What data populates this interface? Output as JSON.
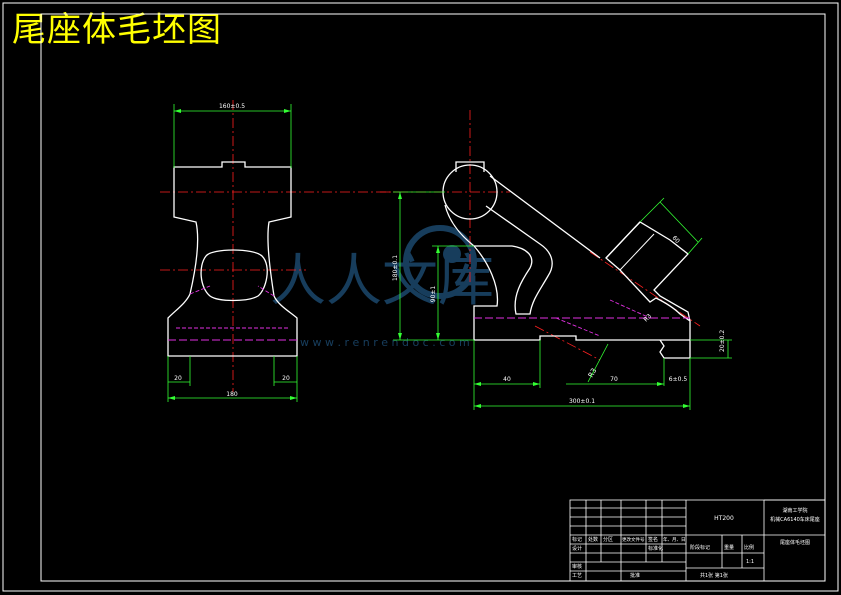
{
  "title": "尾座体毛坯图",
  "drawing": {
    "left_view": {
      "dim_top": "160±0.5",
      "dim_bottom_left": "20",
      "dim_bottom_right": "20",
      "dim_base": "180"
    },
    "right_view": {
      "dim_height_outer": "180±0.1",
      "dim_height_inner": "90±1",
      "dim_boss": "60",
      "dim_angle_a": "R3",
      "dim_angle_b": "R3",
      "dim_right_small": "20±0.2",
      "dim_base_small": "6±0.5",
      "dim_left_base": "40",
      "dim_mid_base": "70",
      "dim_total": "300±0.1"
    }
  },
  "watermark": {
    "main": "人人文库",
    "url": "w w w . r e n r e n d o c . c o m"
  },
  "title_block": {
    "material": "HT200",
    "school": "湖南工学院",
    "project": "机械CA6140车床尾座",
    "drawing_name": "尾座体毛坯图",
    "labels": {
      "mark": "标记",
      "count": "处数",
      "zone": "分区",
      "doc_no": "更改文件号",
      "sign": "签名",
      "date": "年、月、日",
      "design": "设计",
      "std": "标准化",
      "check": "审核",
      "process": "工艺",
      "approve": "批准",
      "stage": "阶段标记",
      "weight": "重量",
      "scale": "比例",
      "scale_value": "1:1",
      "sheet": "共1张 第1张"
    }
  }
}
